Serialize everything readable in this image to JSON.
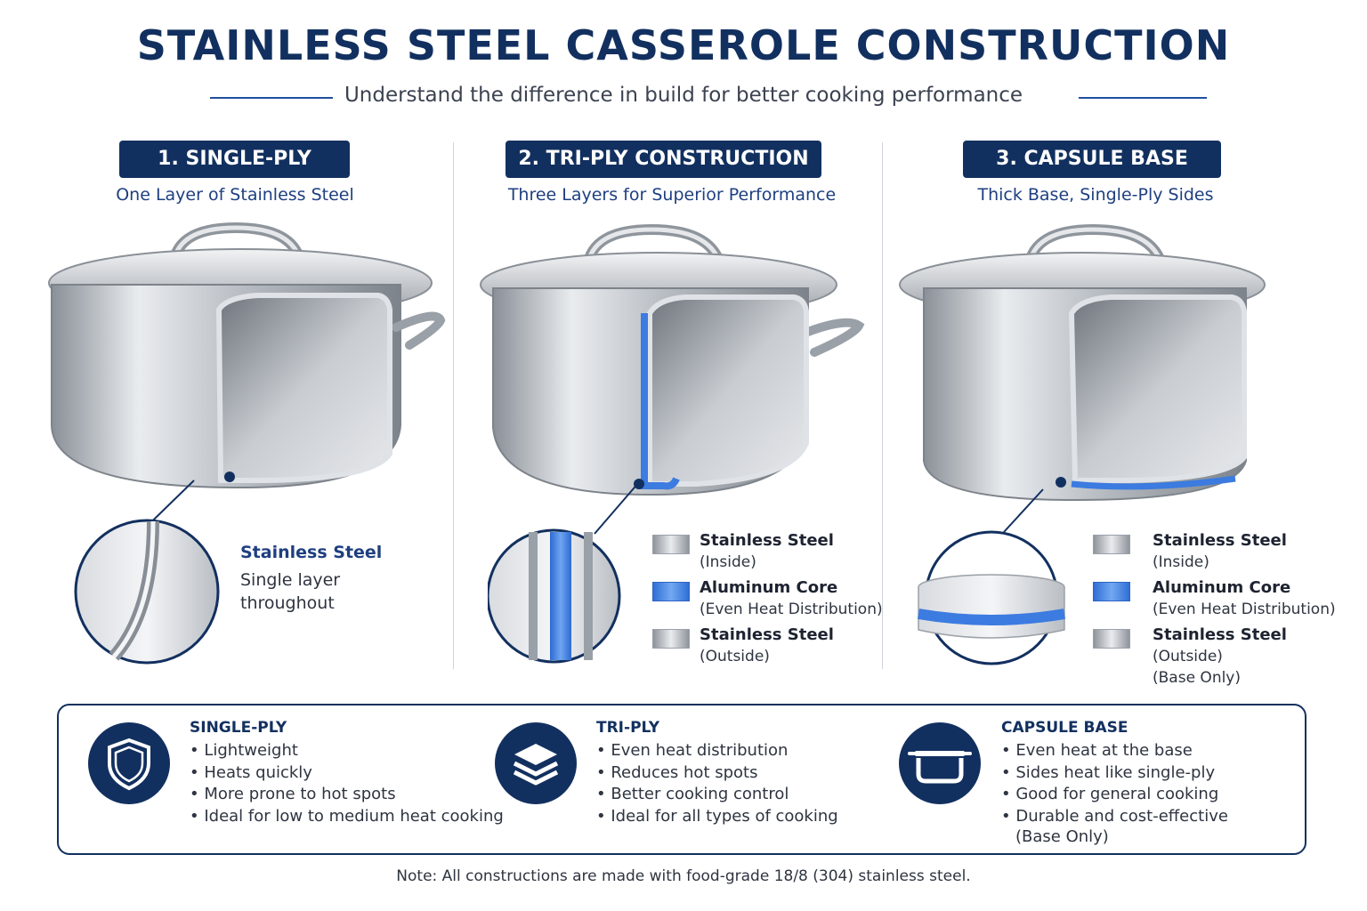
{
  "header": {
    "title": "STAINLESS STEEL CASSEROLE CONSTRUCTION",
    "subtitle": "Understand the difference in build for better cooking performance"
  },
  "colors": {
    "navy": "#12305f",
    "accent_blue": "#1e4fa0",
    "aluminum_core": "#3c7be0",
    "steel": "#c4c8cd"
  },
  "columns": [
    {
      "badge": "1. SINGLE-PLY",
      "subtitle": "One Layer of Stainless Steel",
      "zoom_label_title": "Stainless Steel",
      "zoom_label_text": "Single layer throughout"
    },
    {
      "badge": "2. TRI-PLY CONSTRUCTION",
      "subtitle": "Three Layers for Superior Performance",
      "legend": [
        {
          "title": "Stainless Steel",
          "sub": "(Inside)",
          "swatch": "steel"
        },
        {
          "title": "Aluminum Core",
          "sub": "(Even Heat Distribution)",
          "swatch": "aluminum"
        },
        {
          "title": "Stainless Steel",
          "sub": "(Outside)",
          "swatch": "steel"
        }
      ]
    },
    {
      "badge": "3. CAPSULE BASE",
      "subtitle": "Thick Base, Single-Ply Sides",
      "legend": [
        {
          "title": "Stainless Steel",
          "sub": "(Inside)",
          "swatch": "steel"
        },
        {
          "title": "Aluminum Core",
          "sub": "(Even Heat Distribution)",
          "swatch": "aluminum"
        },
        {
          "title": "Stainless Steel",
          "sub": "(Outside)",
          "swatch": "steel"
        }
      ],
      "legend_extra": "(Base Only)"
    }
  ],
  "features": [
    {
      "icon": "shield-icon",
      "title": "SINGLE-PLY",
      "items": [
        "Lightweight",
        "Heats quickly",
        "More prone to hot spots",
        "Ideal for low to medium heat cooking"
      ]
    },
    {
      "icon": "layers-icon",
      "title": "TRI-PLY",
      "items": [
        "Even heat distribution",
        "Reduces hot spots",
        "Better cooking control",
        "Ideal for all types of cooking"
      ]
    },
    {
      "icon": "pot-icon",
      "title": "CAPSULE BASE",
      "items": [
        "Even heat at the base",
        "Sides heat like single-ply",
        "Good for general cooking",
        "Durable and cost-effective"
      ],
      "extra": "(Base Only)"
    }
  ],
  "note": "Note: All constructions are made with food-grade 18/8 (304) stainless steel."
}
